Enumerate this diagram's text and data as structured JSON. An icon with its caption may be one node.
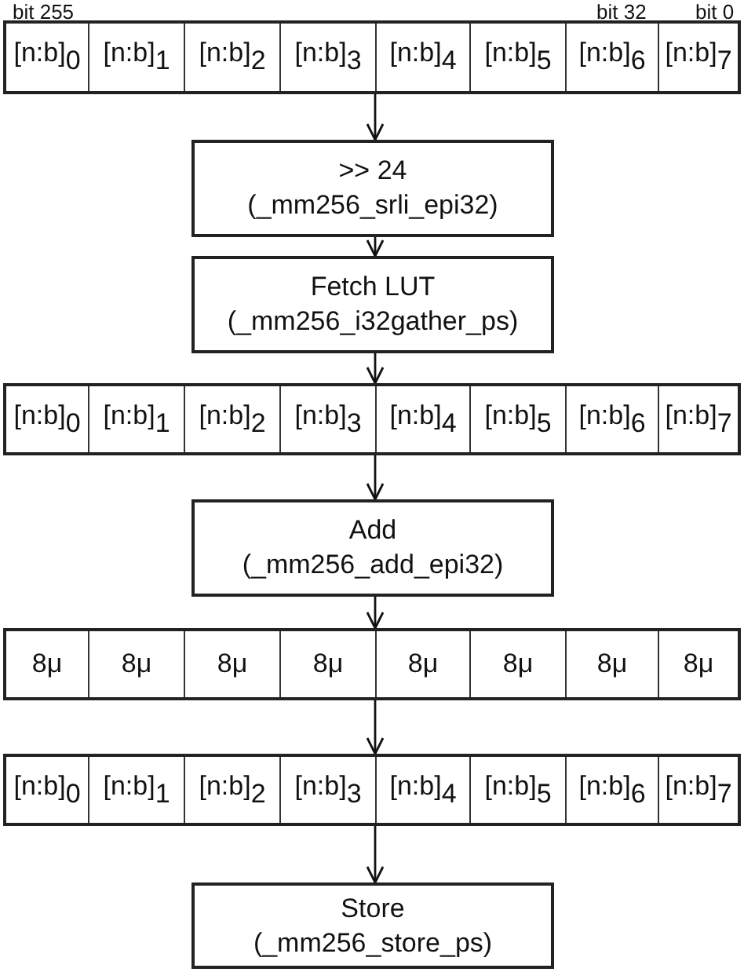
{
  "diagram": {
    "nodes": [
      {
        "text": [],
        "shape": "box"
      },
      {
        "text": [
          "[n:b]$_{0}$"
        ],
        "in": 0
      },
      {
        "text": [
          "[n:b]$_{1}$"
        ],
        "in": 0
      },
      {
        "text": [
          "[n:b]$_{2}$"
        ],
        "in": 0
      },
      {
        "text": [
          "[n:b]$_{3}$"
        ],
        "in": 0
      },
      {
        "text": [
          "[n:b]$_{4}$"
        ],
        "in": 0
      },
      {
        "text": [
          "[n:b]$_{5}$"
        ],
        "in": 0
      },
      {
        "text": [
          "[n:b]$_{6}$"
        ],
        "in": 0
      },
      {
        "text": [
          "[n:b]$_{7}$"
        ],
        "in": 0
      },
      {
        "text": [
          ">> 24",
          "(_mm256_srli_epi32)"
        ]
      },
      {
        "text": [
          "Fetch LUT",
          "(_mm256_i32gather_ps)"
        ]
      },
      {
        "text": [],
        "shape": "box"
      },
      {
        "text": [
          "[n:b]$_{0}$"
        ],
        "in": 11
      },
      {
        "text": [
          "[n:b]$_{1}$"
        ],
        "in": 11
      },
      {
        "text": [
          "[n:b]$_{2}$"
        ],
        "in": 11
      },
      {
        "text": [
          "[n:b]$_{3}$"
        ],
        "in": 11
      },
      {
        "text": [
          "[n:b]$_{4}$"
        ],
        "in": 11
      },
      {
        "text": [
          "[n:b]$_{5}$"
        ],
        "in": 11
      },
      {
        "text": [
          "[n:b]$_{6}$"
        ],
        "in": 11
      },
      {
        "text": [
          "[n:b]$_{7}$"
        ],
        "in": 11
      },
      {
        "text": [
          "Add",
          "(_mm256_add_epi32)"
        ]
      },
      {
        "text": [],
        "shape": "box"
      },
      {
        "text": [
          "8μ"
        ],
        "in": 21
      },
      {
        "text": [
          "8μ"
        ],
        "in": 21
      },
      {
        "text": [
          "8μ"
        ],
        "in": 21
      },
      {
        "text": [
          "8μ"
        ],
        "in": 21
      },
      {
        "text": [
          "8μ"
        ],
        "in": 21
      },
      {
        "text": [
          "8μ"
        ],
        "in": 21
      },
      {
        "text": [
          "8μ"
        ],
        "in": 21
      },
      {
        "text": [
          "8μ"
        ],
        "in": 21
      },
      {
        "text": [],
        "shape": "box"
      },
      {
        "text": [
          "[n:b]$_{0}$"
        ],
        "in": 30
      },
      {
        "text": [
          "[n:b]$_{1}$"
        ],
        "in": 30
      },
      {
        "text": [
          "[n:b]$_{2}$"
        ],
        "in": 30
      },
      {
        "text": [
          "[n:b]$_{3}$"
        ],
        "in": 30
      },
      {
        "text": [
          "[n:b]$_{4}$"
        ],
        "in": 30
      },
      {
        "text": [
          "[n:b]$_{5}$"
        ],
        "in": 30
      },
      {
        "text": [
          "[n:b]$_{6}$"
        ],
        "in": 30
      },
      {
        "text": [
          "[n:b]$_{7}$"
        ],
        "in": 30
      },
      {
        "text": [
          "Store",
          "(_mm256_store_ps)"
        ]
      }
    ],
    "edges": [
      {
        "from": 0,
        "to": 9,
        "arrow": "to"
      },
      {
        "from": 9,
        "to": 10,
        "arrow": "to"
      },
      {
        "from": 10,
        "to": 11,
        "arrow": "to"
      },
      {
        "from": 11,
        "to": 20,
        "arrow": "to"
      },
      {
        "from": 20,
        "to": 21,
        "arrow": "to"
      },
      {
        "from": 21,
        "to": 30,
        "arrow": "to"
      },
      {
        "from": 30,
        "to": 39,
        "arrow": "to"
      }
    ],
    "labels": [
      "bit 255",
      "bit 32",
      "bit 0"
    ]
  }
}
